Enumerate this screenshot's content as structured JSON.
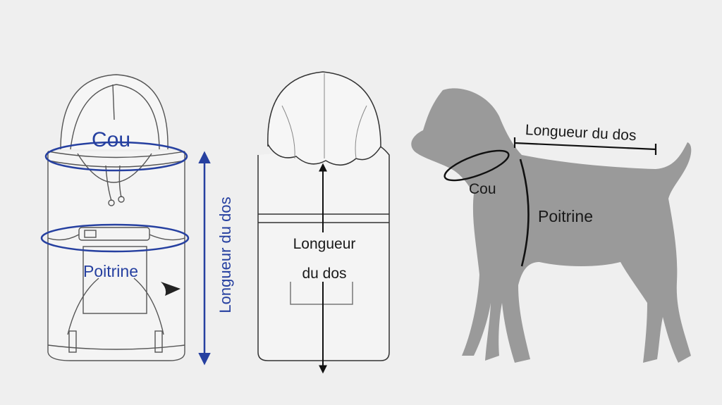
{
  "colors": {
    "background": "#efefef",
    "measure_blue": "#2640a0",
    "sketch_line": "#555555",
    "dog_silhouette": "#9a9a9a",
    "measure_black": "#111111"
  },
  "hoodie_front": {
    "neck_label": "Cou",
    "chest_label": "Poitrine",
    "back_length_label": "Longueur du dos"
  },
  "hoodie_back": {
    "back_length_line1": "Longueur",
    "back_length_line2": "du dos"
  },
  "dog": {
    "back_length_label": "Longueur du dos",
    "neck_label": "Cou",
    "chest_label": "Poitrine"
  }
}
